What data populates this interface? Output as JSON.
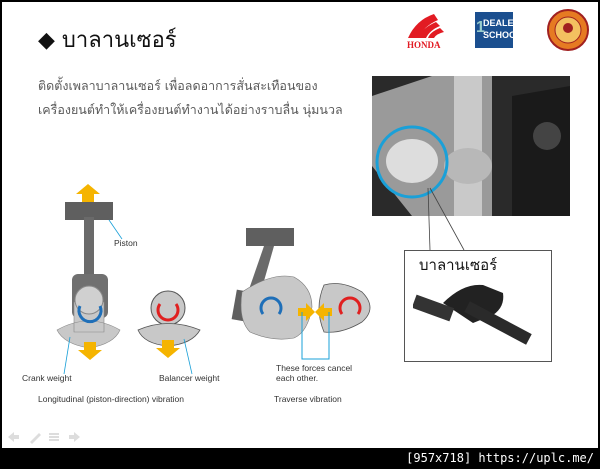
{
  "slide": {
    "title": "บาลานเซอร์",
    "title_bullet": "◆",
    "paragraph": [
      "ติดตั้งเพลาบาลานเซอร์ เพื่อลดอาการสั่นสะเทือนของ",
      "เครื่องยนต์ทำให้เครื่องยนต์ทำงานได้อย่างราบลื่น นุ่มนวล"
    ],
    "logos": {
      "honda": "HONDA",
      "dealer_school": [
        "DEALER",
        "SCHOOL"
      ]
    },
    "diagram_labels": {
      "piston": "Piston",
      "crank_weight": "Crank weight",
      "balancer_weight": "Balancer weight",
      "forces_cancel": [
        "These forces cancel",
        "each other."
      ],
      "longitudinal": "Longitudinal (piston-direction) vibration",
      "traverse": "Traverse vibration"
    },
    "callout_label": "บาลานเซอร์",
    "colors": {
      "accent_arrow": "#f5b400",
      "blue_rotation": "#1f6fb8",
      "red_rotation": "#e02020",
      "leader_line": "#1aa0d8",
      "weight_fill": "#c8c8c8"
    }
  },
  "nav_icons": [
    "back-arrow-icon",
    "pen-icon",
    "menu-icon",
    "forward-arrow-icon"
  ],
  "footer": {
    "watermark": "[957x718] https://uplc.me/"
  }
}
